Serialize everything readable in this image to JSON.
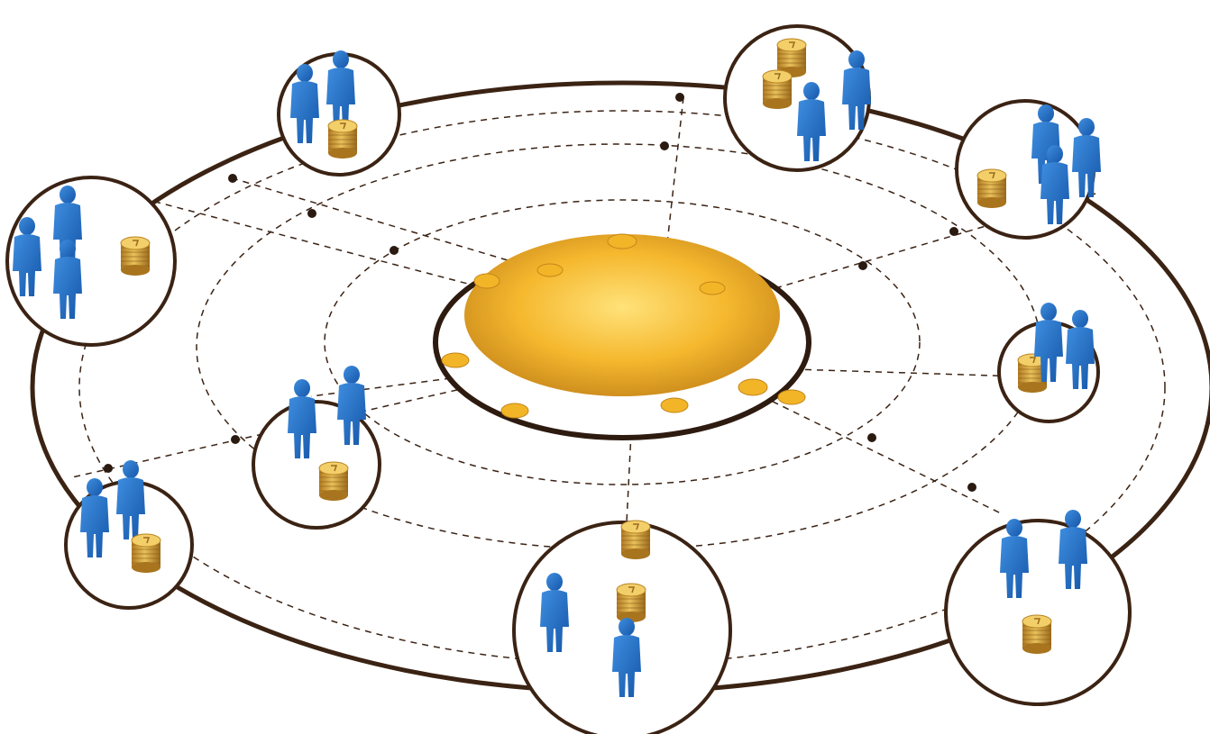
{
  "diagram": {
    "central_pool": {
      "icon": "gold-coin-pile-icon"
    },
    "rings": {
      "outer": "solid",
      "middle": "dashed",
      "inner": "dashed"
    },
    "nodes": [
      {
        "id": "group-top-left",
        "icons": [
          "person-icon",
          "person-icon",
          "coin-stack-icon"
        ]
      },
      {
        "id": "group-top-right",
        "icons": [
          "coin-stack-icon",
          "person-icon",
          "person-icon"
        ]
      },
      {
        "id": "group-right-upper",
        "icons": [
          "coin-stack-icon",
          "person-icon",
          "person-icon",
          "person-icon"
        ]
      },
      {
        "id": "group-left-upper",
        "icons": [
          "person-icon",
          "person-icon",
          "person-icon",
          "coin-stack-icon"
        ]
      },
      {
        "id": "group-right-middle",
        "icons": [
          "coin-stack-icon",
          "person-icon",
          "person-icon"
        ]
      },
      {
        "id": "group-inner-left",
        "icons": [
          "person-icon",
          "person-icon",
          "coin-stack-icon"
        ]
      },
      {
        "id": "group-left-lower",
        "icons": [
          "person-icon",
          "person-icon",
          "coin-stack-icon"
        ]
      },
      {
        "id": "group-bottom-center",
        "icons": [
          "coin-stack-icon",
          "person-icon",
          "person-icon"
        ]
      },
      {
        "id": "group-right-lower",
        "icons": [
          "person-icon",
          "person-icon",
          "coin-stack-icon"
        ]
      }
    ],
    "colors": {
      "ring": "#3b2314",
      "person": "#1f6fc8",
      "coin": "#e0a12a"
    }
  }
}
